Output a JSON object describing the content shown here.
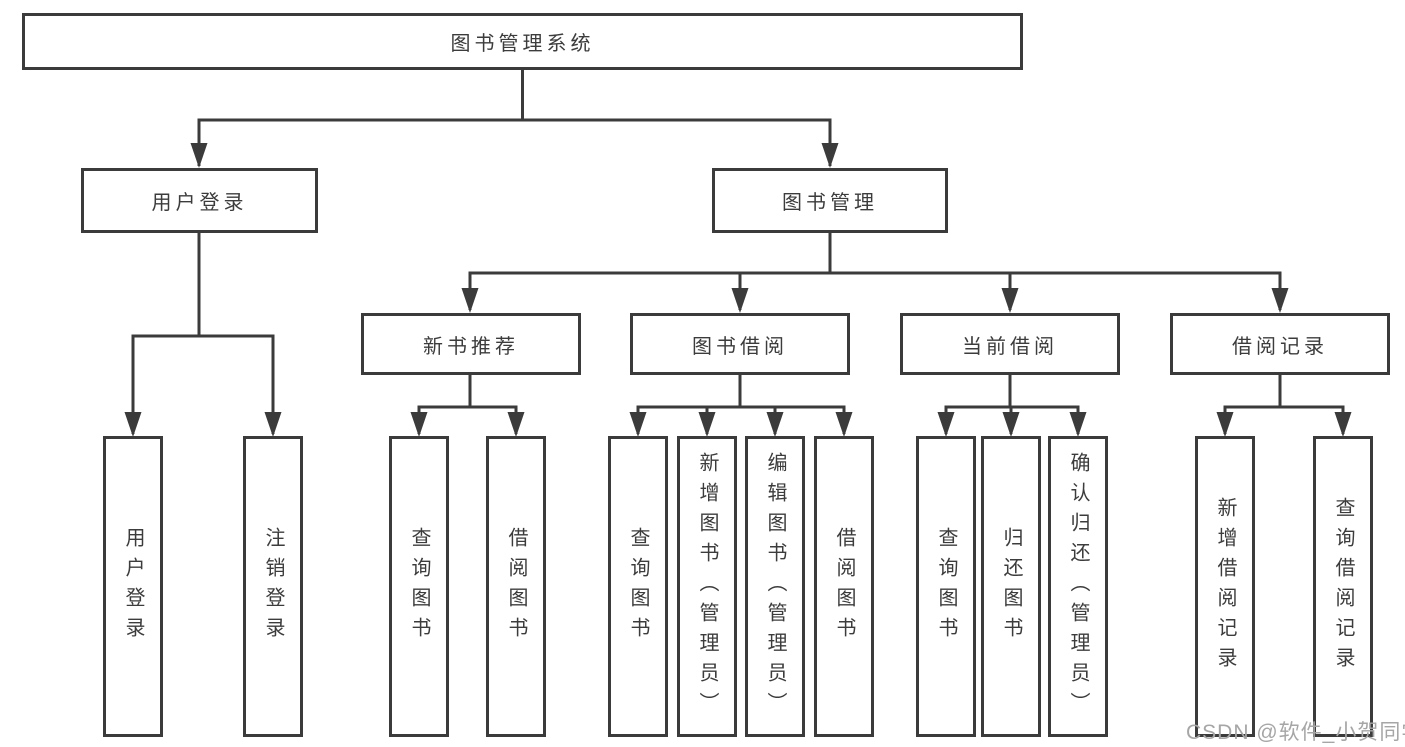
{
  "diagram_type": "hierarchy-tree",
  "tree": {
    "label": "图书管理系统",
    "children": [
      {
        "label": "用户登录",
        "children": [
          {
            "label": "用户登录"
          },
          {
            "label": "注销登录"
          }
        ]
      },
      {
        "label": "图书管理",
        "children": [
          {
            "label": "新书推荐",
            "children": [
              {
                "label": "查询图书"
              },
              {
                "label": "借阅图书"
              }
            ]
          },
          {
            "label": "图书借阅",
            "children": [
              {
                "label": "查询图书"
              },
              {
                "label": "新增图书（管理员）"
              },
              {
                "label": "编辑图书（管理员）"
              },
              {
                "label": "借阅图书"
              }
            ]
          },
          {
            "label": "当前借阅",
            "children": [
              {
                "label": "查询图书"
              },
              {
                "label": "归还图书"
              },
              {
                "label": "确认归还（管理员）"
              }
            ]
          },
          {
            "label": "借阅记录",
            "children": [
              {
                "label": "新增借阅记录"
              },
              {
                "label": "查询借阅记录"
              }
            ]
          }
        ]
      }
    ]
  },
  "watermark": "CSDN @软件_小贺同学",
  "colors": {
    "line": "#3b3b3b",
    "text": "#3c3c3c",
    "watermark": "#a6a6a6",
    "background": "#ffffff"
  }
}
